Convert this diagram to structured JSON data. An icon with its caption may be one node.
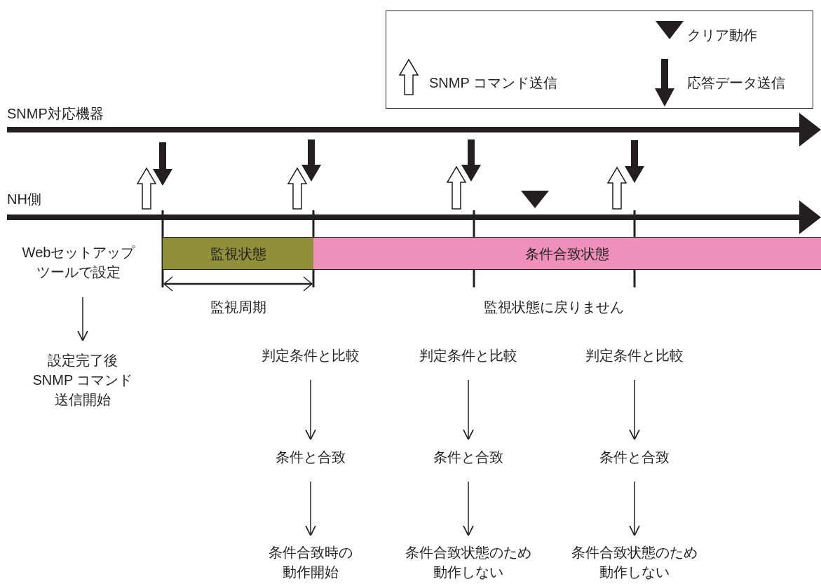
{
  "diagram": {
    "nodes": [
      {
        "text": [
          "監視状態"
        ]
      },
      {
        "text": [
          "条件合致状態"
        ]
      },
      {
        "text": [
          "Webセットアップツールで設定"
        ]
      },
      {
        "text": [
          "設定完了後SNMP コマンド送信開始"
        ]
      },
      {
        "text": [
          "判定条件と比較"
        ]
      },
      {
        "text": [
          "条件と合致"
        ]
      },
      {
        "text": [
          "条件合致時の動作開始"
        ]
      },
      {
        "text": [
          "判定条件と比較"
        ]
      },
      {
        "text": [
          "条件と合致"
        ]
      },
      {
        "text": [
          "条件合致状態のため動作しない"
        ]
      },
      {
        "text": [
          "判定条件と比較"
        ]
      },
      {
        "text": [
          "条件と合致"
        ]
      },
      {
        "text": [
          "条件合致状態のため動作しない"
        ]
      }
    ],
    "edges": [
      {
        "from": 2,
        "to": 3,
        "arrow": "to"
      },
      {
        "from": 4,
        "to": 5,
        "arrow": "to"
      },
      {
        "from": 5,
        "to": 6,
        "arrow": "to"
      },
      {
        "from": 7,
        "to": 8,
        "arrow": "to"
      },
      {
        "from": 8,
        "to": 9,
        "arrow": "to"
      },
      {
        "from": 10,
        "to": 11,
        "arrow": "to"
      },
      {
        "from": 11,
        "to": 12,
        "arrow": "to"
      }
    ],
    "labels": [
      "SNMP対応機器",
      "NH側",
      "監視周期",
      "監視状態に戻りません"
    ],
    "legend": [
      {
        "text": "クリア動作"
      },
      {
        "text": "SNMP コマンド送信"
      },
      {
        "text": "応答データ送信"
      }
    ]
  }
}
